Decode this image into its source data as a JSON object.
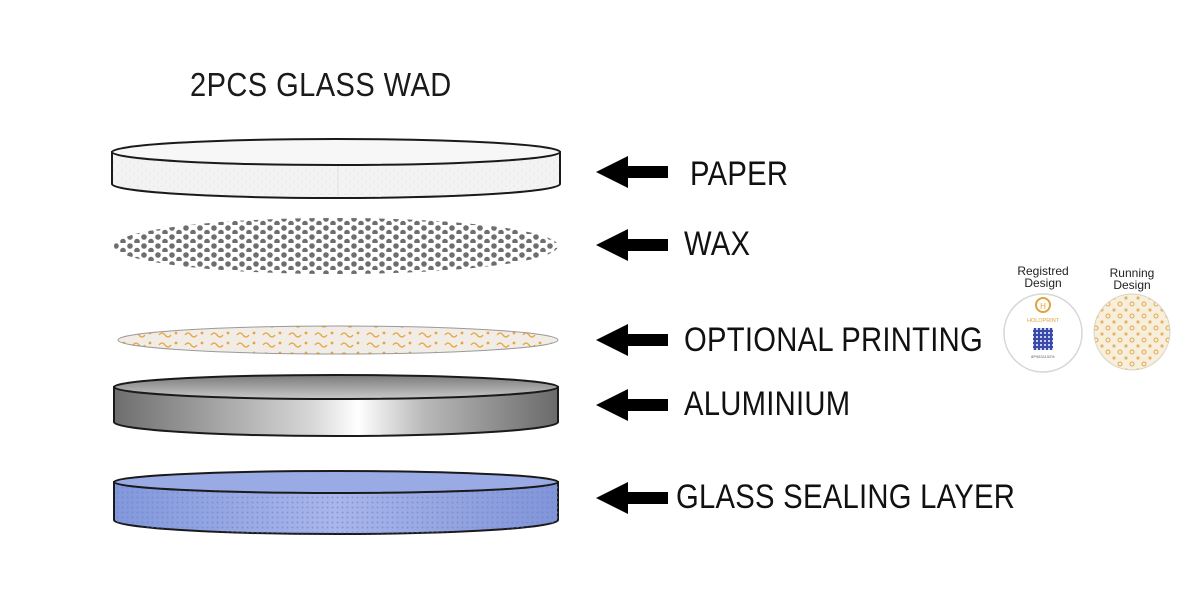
{
  "title": "2PCS GLASS WAD",
  "layers": [
    {
      "label": "PAPER"
    },
    {
      "label": "WAX"
    },
    {
      "label": "OPTIONAL PRINTING"
    },
    {
      "label": "ALUMINIUM"
    },
    {
      "label": "GLASS SEALING LAYER"
    }
  ],
  "samples": [
    {
      "caption_line1": "Registred",
      "caption_line2": "Design"
    },
    {
      "caption_line1": "Running",
      "caption_line2": "Design"
    }
  ],
  "sample_brand": "HOLOPRINT",
  "sample_code": "8P9831152%",
  "colors": {
    "arrow": "#000000",
    "glass": "#8fa2e0",
    "metal": "#8a8a8a"
  }
}
